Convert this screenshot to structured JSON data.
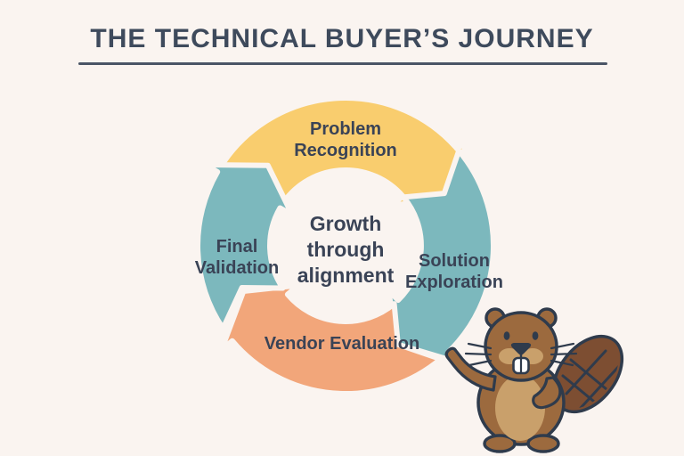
{
  "page": {
    "background": "#faf4f0"
  },
  "header": {
    "title": "THE TECHNICAL BUYER’S JOURNEY",
    "title_color": "#3e4a5c"
  },
  "cycle": {
    "center_label": "Growth through alignment",
    "label_color": "#3a4356",
    "direction": "clockwise",
    "stages": [
      {
        "id": "problem-recognition",
        "label": "Problem Recognition",
        "color": "#f9cd6e",
        "position": "top"
      },
      {
        "id": "solution-exploration",
        "label": "Solution Exploration",
        "color": "#7cb8bd",
        "position": "right"
      },
      {
        "id": "vendor-evaluation",
        "label": "Vendor Evaluation",
        "color": "#f2a67a",
        "position": "bottom"
      },
      {
        "id": "final-validation",
        "label": "Final Validation",
        "color": "#7cb8bd",
        "position": "left"
      }
    ]
  },
  "mascot": {
    "description": "cartoon beaver pointing at the cycle diagram",
    "colors": {
      "body": "#9c6a3e",
      "belly": "#c9a06b",
      "tail": "#7d4e32",
      "outline": "#2f3b4c",
      "teeth": "#ffffff"
    }
  }
}
